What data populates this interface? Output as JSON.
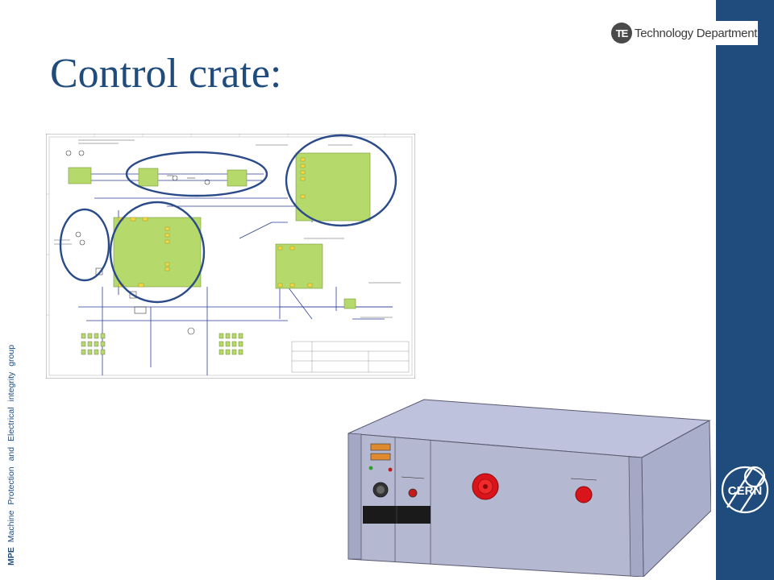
{
  "header": {
    "dept_badge": "TE",
    "dept_name": "Technology Department"
  },
  "slide": {
    "title": "Control crate:"
  },
  "sidebar": {
    "abbr": "MPE",
    "group_name": "Machine Protection and Electrical integrity group"
  },
  "logos": {
    "cern": "CERN"
  },
  "colors": {
    "brand_blue": "#1f4b7d",
    "schematic_green": "#b5d96a",
    "crate_grey": "#b4b8d0",
    "emergency_red": "#d9141b"
  }
}
